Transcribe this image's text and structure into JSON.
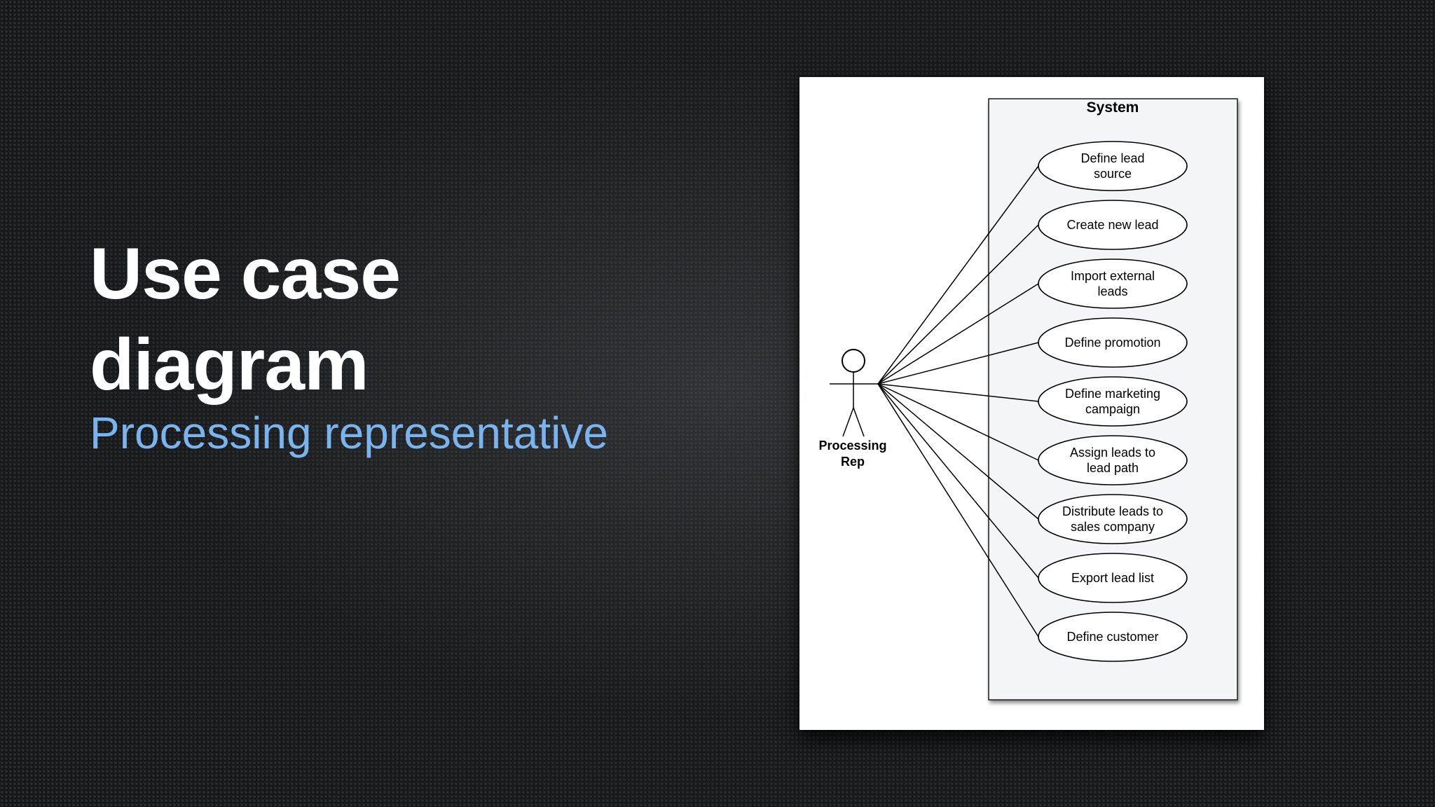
{
  "slide": {
    "title_line_1": "Use case",
    "title_line_2": "diagram",
    "subtitle": "Processing representative"
  },
  "diagram": {
    "system_label": "System",
    "actor": {
      "name_line_1": "Processing",
      "name_line_2": "Rep"
    },
    "use_cases": [
      {
        "lines": [
          "Define lead",
          "source"
        ]
      },
      {
        "lines": [
          "Create new lead"
        ]
      },
      {
        "lines": [
          "Import external",
          "leads"
        ]
      },
      {
        "lines": [
          "Define promotion"
        ]
      },
      {
        "lines": [
          "Define marketing",
          "campaign"
        ]
      },
      {
        "lines": [
          "Assign leads to",
          "lead path"
        ]
      },
      {
        "lines": [
          "Distribute leads to",
          "sales company"
        ]
      },
      {
        "lines": [
          "Export lead list"
        ]
      },
      {
        "lines": [
          "Define customer"
        ]
      }
    ]
  }
}
